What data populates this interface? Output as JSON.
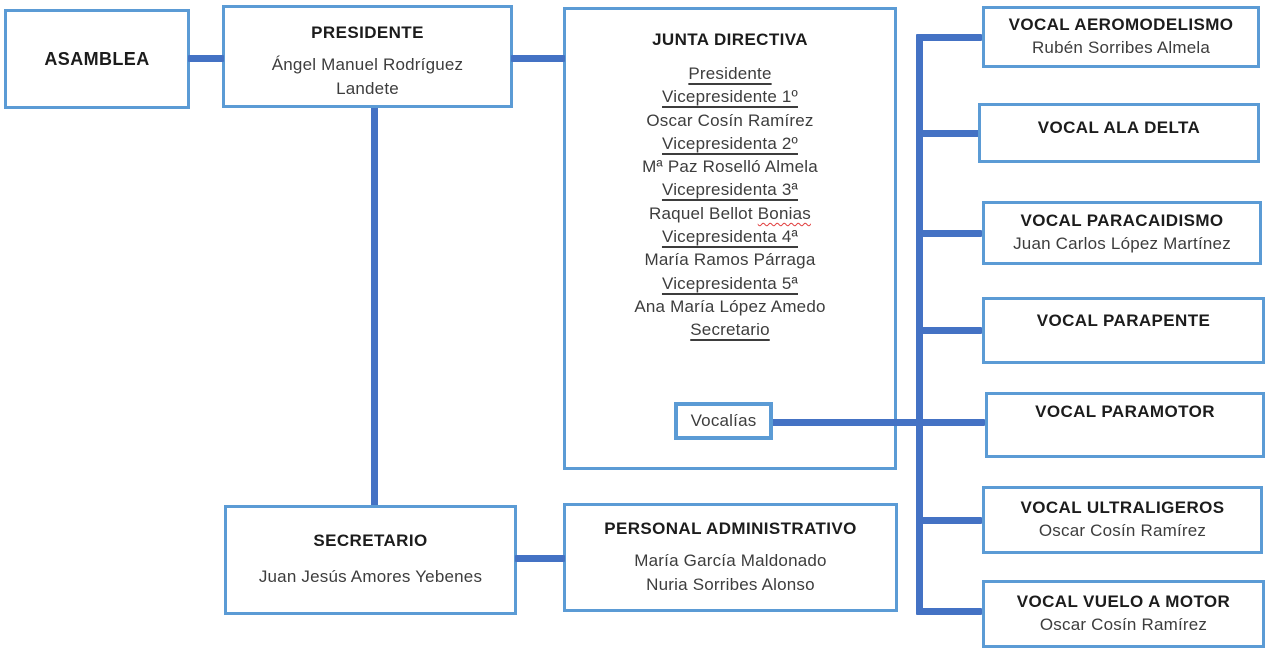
{
  "palette": {
    "box_border": "#5B9BD5",
    "connector": "#4472C4",
    "title_text": "#1c1c1c",
    "body_text": "#3d3d3d",
    "spellcheck_underline": "#e03a3a"
  },
  "boxes": {
    "asamblea": {
      "title": "ASAMBLEA"
    },
    "presidente": {
      "title": "PRESIDENTE",
      "name": "Ángel Manuel Rodríguez Landete"
    },
    "junta": {
      "title": "JUNTA DIRECTIVA",
      "items": [
        {
          "text": "Presidente",
          "underline": true
        },
        {
          "text": "Vicepresidente 1º",
          "underline": true
        },
        {
          "text": "Oscar Cosín Ramírez",
          "underline": false
        },
        {
          "text": "Vicepresidenta 2º",
          "underline": true
        },
        {
          "text": "Mª Paz Roselló Almela",
          "underline": false
        },
        {
          "text": "Vicepresidenta 3ª",
          "underline": true
        },
        {
          "text": "Raquel Bellot",
          "underline": false,
          "spell_error_word": "Bonias"
        },
        {
          "text": "Vicepresidenta 4ª",
          "underline": true
        },
        {
          "text": "María Ramos Párraga",
          "underline": false
        },
        {
          "text": "Vicepresidenta 5ª",
          "underline": true
        },
        {
          "text": "Ana María López Amedo",
          "underline": false
        },
        {
          "text": "Secretario",
          "underline": true
        }
      ]
    },
    "vocalias": {
      "label": "Vocalías"
    },
    "secretario": {
      "title": "SECRETARIO",
      "name": "Juan Jesús Amores Yebenes"
    },
    "personal": {
      "title": "PERSONAL ADMINISTRATIVO",
      "names": [
        "María García Maldonado",
        "Nuria Sorribes Alonso"
      ]
    },
    "vocales": [
      {
        "title": "VOCAL AEROMODELISMO",
        "name": "Rubén Sorribes Almela"
      },
      {
        "title": "VOCAL ALA DELTA",
        "name": ""
      },
      {
        "title": "VOCAL PARACAIDISMO",
        "name": "Juan Carlos López Martínez"
      },
      {
        "title": "VOCAL PARAPENTE",
        "name": ""
      },
      {
        "title": "VOCAL PARAMOTOR",
        "name": ""
      },
      {
        "title": "VOCAL ULTRALIGEROS",
        "name": "Oscar Cosín Ramírez"
      },
      {
        "title": "VOCAL VUELO A MOTOR",
        "name": "Oscar Cosín Ramírez"
      }
    ]
  }
}
